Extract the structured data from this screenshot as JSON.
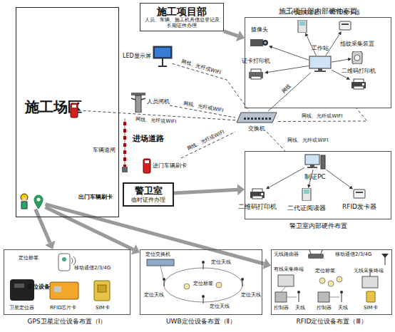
{
  "diagram": {
    "nodes": [
      {
        "text": [
          "施工场区"
        ]
      },
      {
        "text": [
          "施工项目部",
          "人员、车辆、施工机具信息登记及长期证件办理"
        ]
      },
      {
        "text": [
          "施工项目部内部硬件布置"
        ]
      },
      {
        "text": [
          "摄像头"
        ],
        "in": 2
      },
      {
        "text": [
          "二代证阅读器"
        ],
        "in": 2
      },
      {
        "text": [
          "RFID发卡器"
        ],
        "in": 2
      },
      {
        "text": [
          "指纹采集装置"
        ],
        "in": 2
      },
      {
        "text": [
          "证卡打印机"
        ],
        "in": 2
      },
      {
        "text": [
          "工作站"
        ],
        "in": 2
      },
      {
        "text": [
          "二维码打印机"
        ],
        "in": 2
      },
      {
        "text": [
          "交换机"
        ]
      },
      {
        "text": [
          "警卫室内部硬件布置"
        ]
      },
      {
        "text": [
          "制证PC"
        ],
        "in": 11
      },
      {
        "text": [
          "二维码打印机"
        ],
        "in": 11
      },
      {
        "text": [
          "二代证阅读器"
        ],
        "in": 11
      },
      {
        "text": [
          "RFID发卡器"
        ],
        "in": 11
      },
      {
        "text": [
          "LED显示屏"
        ]
      },
      {
        "text": [
          "人员闸机"
        ]
      },
      {
        "text": [
          "出门车辆刷卡"
        ],
        "in": 0
      },
      {
        "text": [
          "进门车辆刷卡"
        ]
      },
      {
        "text": [
          "警卫室",
          "临时证件办理"
        ]
      },
      {
        "text": [
          "定位设备"
        ],
        "in": 0
      },
      {
        "text": [
          "GPS卫星定位设备布置（Ⅰ）"
        ]
      },
      {
        "text": [
          "UWB定位设备布置（Ⅱ）"
        ]
      },
      {
        "text": [
          "RFID定位设备布置（Ⅲ）"
        ]
      }
    ],
    "edges": [
      {
        "from": 1,
        "to": 2,
        "arrow": "to"
      },
      {
        "from": 20,
        "to": 11,
        "arrow": "to"
      },
      {
        "from": 21,
        "to": 22,
        "arrow": "to"
      },
      {
        "from": 21,
        "to": 23,
        "arrow": "to"
      },
      {
        "from": 21,
        "to": 24,
        "arrow": "to"
      },
      {
        "from": 16,
        "to": 10,
        "label": "网线、光纤或WIFI",
        "arrow": "none"
      },
      {
        "from": 17,
        "to": 10,
        "label": "网线、光纤或WIFI",
        "arrow": "none"
      },
      {
        "from": 18,
        "to": 10,
        "label": "网线、光纤或WIFI",
        "arrow": "none"
      },
      {
        "from": 19,
        "to": 10,
        "label": "网线、光纤或WIFI",
        "arrow": "none"
      },
      {
        "from": 10,
        "to": 2,
        "label": "网线、光纤或WIFI",
        "arrow": "none"
      },
      {
        "from": 10,
        "to": 11,
        "label": "网线、光纤或WIFI",
        "arrow": "none"
      },
      {
        "from": 10,
        "to": 8,
        "label": "网线",
        "arrow": "none"
      },
      {
        "from": 8,
        "to": 3,
        "arrow": "to"
      },
      {
        "from": 8,
        "to": 4,
        "arrow": "to"
      },
      {
        "from": 8,
        "to": 5,
        "arrow": "to"
      },
      {
        "from": 8,
        "to": 6,
        "arrow": "to"
      },
      {
        "from": 8,
        "to": 7,
        "arrow": "to"
      },
      {
        "from": 8,
        "to": 9,
        "arrow": "to"
      },
      {
        "from": 12,
        "to": 13,
        "arrow": "to"
      },
      {
        "from": 12,
        "to": 14,
        "arrow": "to"
      },
      {
        "from": 12,
        "to": 15,
        "arrow": "to"
      }
    ],
    "labels": [
      "进场道路",
      "车辆道闸",
      "定位标签",
      "移动通信2/3/4G",
      "卫星定位器",
      "RFID芯片卡",
      "SIM卡",
      "定位交换机",
      "定位天线",
      "定位天线",
      "定位标签",
      "定位天线",
      "定位天线",
      "无线路由器",
      "移动通信2/3/4G",
      "有线采集终端",
      "定位标签",
      "无线采集终端",
      "控制器",
      "天线",
      "控制器",
      "天线",
      "SIM卡"
    ]
  }
}
